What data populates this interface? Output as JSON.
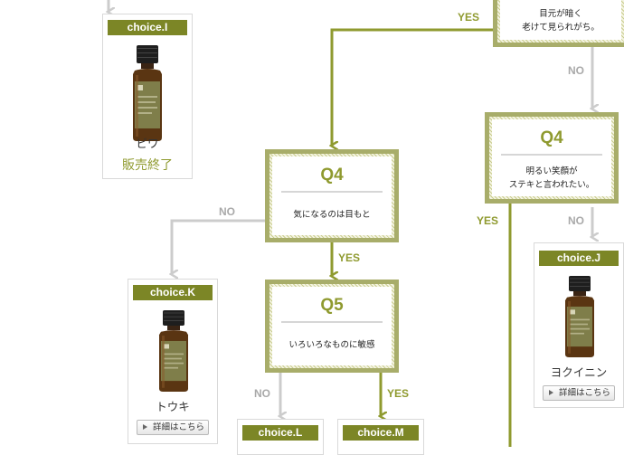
{
  "flow": {
    "yes_label": "YES",
    "no_label": "NO"
  },
  "questions": {
    "q_top": {
      "text_lines": [
        "目元が暗く",
        "老けて見られがち。"
      ]
    },
    "q4_left": {
      "title": "Q4",
      "text_lines": [
        "気になるのは目もと"
      ]
    },
    "q4_right": {
      "title": "Q4",
      "text_lines": [
        "明るい笑顔が",
        "ステキと言われたい。"
      ]
    },
    "q5": {
      "title": "Q5",
      "text_lines": [
        "いろいろなものに敏感"
      ]
    }
  },
  "choices": {
    "choice_i": {
      "label": "choice.I",
      "name": "ビワ",
      "status": "販売終了"
    },
    "choice_j": {
      "label": "choice.J",
      "name": "ヨクイニン",
      "detail_button": "詳細はこちら"
    },
    "choice_k": {
      "label": "choice.K",
      "name": "トウキ",
      "detail_button": "詳細はこちら"
    },
    "choice_l": {
      "label": "choice.L"
    },
    "choice_m": {
      "label": "choice.M"
    }
  },
  "colors": {
    "accent_olive": "#7c8626",
    "yes_line": "#8f9a2f",
    "no_line": "#cccccc"
  },
  "icons": {
    "bottle": "essential-oil-bottle-icon",
    "detail": "triangle-right-icon"
  }
}
